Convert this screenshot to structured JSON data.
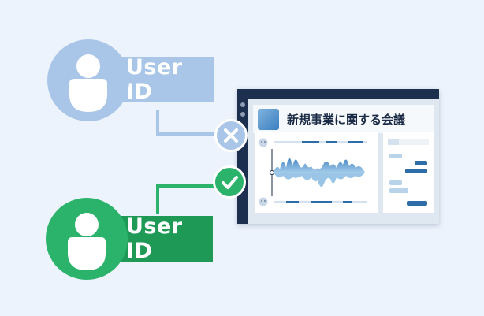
{
  "users": {
    "rejected": {
      "label": "User ID",
      "status": "x-mark",
      "color": "#a9c6e8"
    },
    "accepted": {
      "label": "User ID",
      "status": "check-mark",
      "color": "#2bb36b",
      "color_dark": "#1f9a56"
    }
  },
  "meeting_window": {
    "title": "新規事業に関する会議"
  },
  "icons": {
    "user": "user-icon",
    "x": "x-mark-icon",
    "check": "check-mark-icon",
    "speaker": "speaker-face-icon"
  }
}
